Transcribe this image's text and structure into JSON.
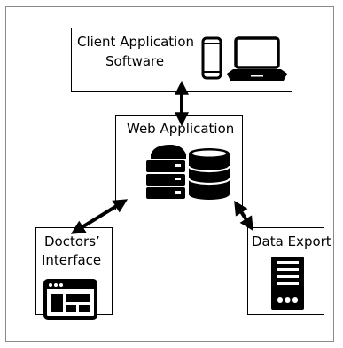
{
  "client_box": {
    "line1": "Client Application",
    "line2": "Software"
  },
  "web_box": {
    "title": "Web Application"
  },
  "doctors_box": {
    "line1": "Doctors’",
    "line2": "Interface"
  },
  "export_box": {
    "title": "Data Export"
  }
}
